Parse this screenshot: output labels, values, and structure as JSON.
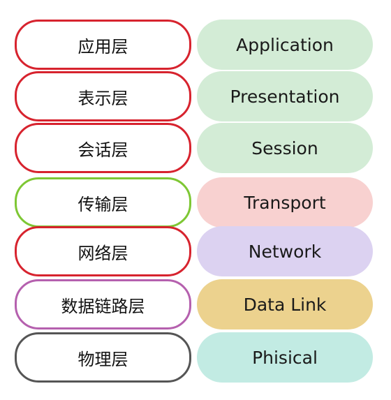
{
  "layers": [
    {
      "cn": "应用层",
      "en": "Application",
      "border_color": "#d7232e",
      "fill_color": "#d3ecd6"
    },
    {
      "cn": "表示层",
      "en": "Presentation",
      "border_color": "#d7232e",
      "fill_color": "#d3ecd6"
    },
    {
      "cn": "会话层",
      "en": "Session",
      "border_color": "#d7232e",
      "fill_color": "#d3ecd6"
    },
    {
      "cn": "传输层",
      "en": "Transport",
      "border_color": "#7ec734",
      "fill_color": "#f8d1d0"
    },
    {
      "cn": "网络层",
      "en": "Network",
      "border_color": "#d7232e",
      "fill_color": "#dcd2f1"
    },
    {
      "cn": "数据链路层",
      "en": "Data Link",
      "border_color": "#b560ae",
      "fill_color": "#ecd28e"
    },
    {
      "cn": "物理层",
      "en": "Phisical",
      "border_color": "#555555",
      "fill_color": "#c2ebe3"
    }
  ]
}
